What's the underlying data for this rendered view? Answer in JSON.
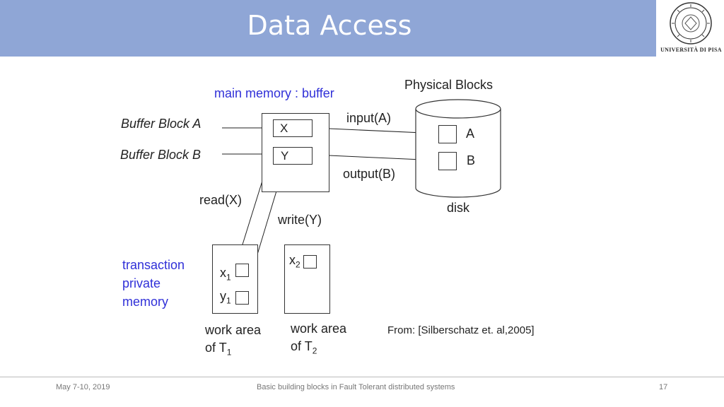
{
  "slide": {
    "title": "Data Access",
    "logo_text": "UNIVERSITÀ DI PISA"
  },
  "diagram": {
    "main_memory_label": "main memory : buffer",
    "physical_blocks_label": "Physical Blocks",
    "buffer_block_a": "Buffer Block A",
    "buffer_block_b": "Buffer Block B",
    "buffer_x": "X",
    "buffer_y": "Y",
    "input_label": "input(A)",
    "output_label": "output(B)",
    "disk_block_a": "A",
    "disk_block_b": "B",
    "disk_label": "disk",
    "read_label": "read(X)",
    "write_label": "write(Y)",
    "private_memory": [
      "transaction",
      "private",
      "memory"
    ],
    "t1_x": "x",
    "t1_x_sub": "1",
    "t1_y": "y",
    "t1_y_sub": "1",
    "t2_x": "x",
    "t2_x_sub": "2",
    "work_area_t1_line1": "work area",
    "work_area_t1_line2": "of T",
    "work_area_t1_sub": "1",
    "work_area_t2_line1": "work area",
    "work_area_t2_line2": "of T",
    "work_area_t2_sub": "2",
    "citation": "From: [Silberschatz et. al,2005]"
  },
  "footer": {
    "date": "May 7-10, 2019",
    "center": "Basic building blocks in Fault Tolerant distributed systems",
    "page": "17"
  },
  "colors": {
    "header": "#8fa6d6",
    "accent_text": "#3030d8"
  }
}
